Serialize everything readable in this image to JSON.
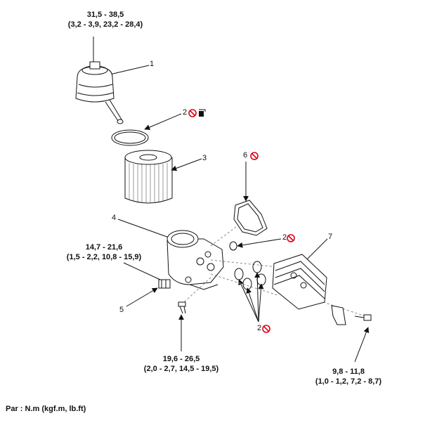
{
  "torques": [
    {
      "value": "31,5 - 38,5",
      "alt": "(3,2 - 3,9, 23,2 - 28,4)"
    },
    {
      "value": "14,7 - 21,6",
      "alt": "(1,5 - 2,2, 10,8 - 15,9)"
    },
    {
      "value": "19,6 - 26,5",
      "alt": "(2,0 - 2,7, 14,5 - 19,5)"
    },
    {
      "value": "9,8 - 11,8",
      "alt": "(1,0 - 1,2, 7,2 - 8,7)"
    }
  ],
  "callouts": {
    "c1": "1",
    "c2a": "2",
    "c3": "3",
    "c4": "4",
    "c5": "5",
    "c6": "6",
    "c2b": "2",
    "c7": "7",
    "c2c": "2"
  },
  "footer": "Par : N.m (kgf.m, lb.ft)",
  "colors": {
    "no_reuse": "#e0001b",
    "line": "#111111"
  },
  "icons": [
    "no-reuse-icon",
    "grease-icon"
  ]
}
